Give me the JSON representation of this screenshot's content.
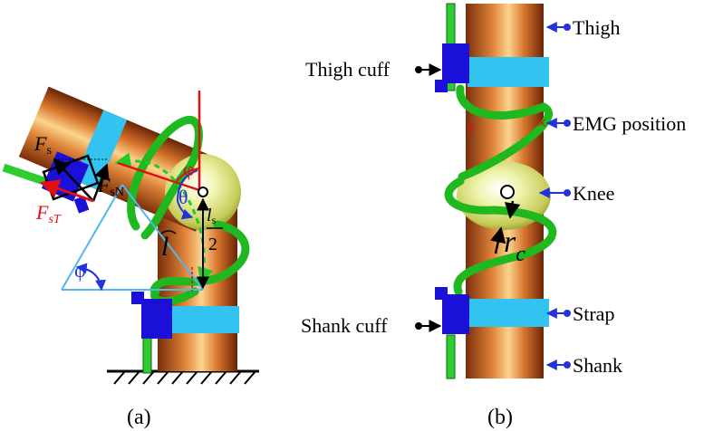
{
  "panel_a": {
    "caption": "(a)",
    "labels": {
      "fs_main": "F",
      "fs_sub": "s",
      "fsn_main": "F",
      "fsn_sub": "sN",
      "fst_main": "F",
      "fst_sub": "sT",
      "phi": "φ",
      "phi_lower": "φ",
      "theta": "θ",
      "l_hat": "l",
      "ls_num": "l",
      "ls_num_sub": "s",
      "ls_den": "2"
    }
  },
  "panel_b": {
    "caption": "(b)",
    "labels": {
      "thigh": "Thigh",
      "thigh_cuff": "Thigh cuff",
      "emg": "EMG position",
      "knee": "Knee",
      "rc_main": "r",
      "rc_sub": "c",
      "strap": "Strap",
      "shank_cuff": "Shank cuff",
      "shank": "Shank"
    }
  },
  "colors": {
    "limb_light": "#f5b56a",
    "limb_dark": "#8a3a10",
    "spring": "#2ecc2e",
    "spring_dark": "#116611",
    "strap": "#33c3f0",
    "cuff": "#1a10d8",
    "force_red": "#e01010",
    "angle_blue": "#2233dd",
    "knee_light": "#f4f7c0",
    "knee_dark": "#b8c24a"
  }
}
